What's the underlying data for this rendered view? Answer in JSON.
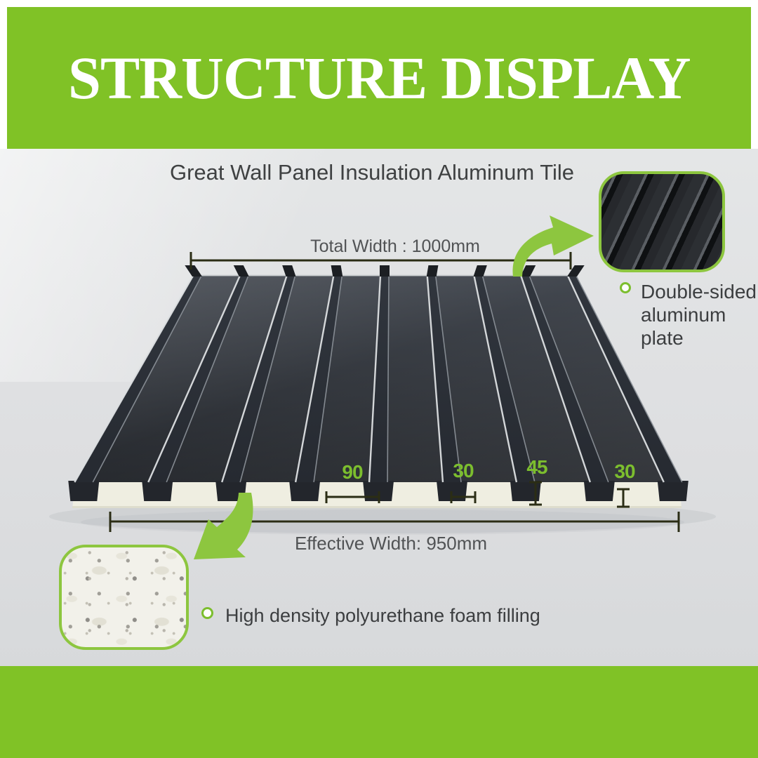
{
  "header": {
    "title": "STRUCTURE DISPLAY"
  },
  "diagram": {
    "title": "Great Wall Panel Insulation Aluminum Tile",
    "total_width_label": "Total Width : 1000mm",
    "effective_width_label": "Effective Width: 950mm",
    "dim_values": [
      "90",
      "30",
      "45",
      "30"
    ]
  },
  "callouts": {
    "aluminum_plate": {
      "line1": "Double-sided",
      "line2": "aluminum plate"
    },
    "foam": {
      "label": "High density polyurethane foam filling"
    }
  },
  "colors": {
    "brand_green": "#80c226",
    "label_green": "#7cbe2e",
    "arrow_green": "#8dc63f",
    "dimension_line": "#2b2d15",
    "panel_dark": "#272b31",
    "foam_cream": "#efeee1",
    "background_gray": "#e0e2e4",
    "text_dark": "#3c3e40"
  }
}
